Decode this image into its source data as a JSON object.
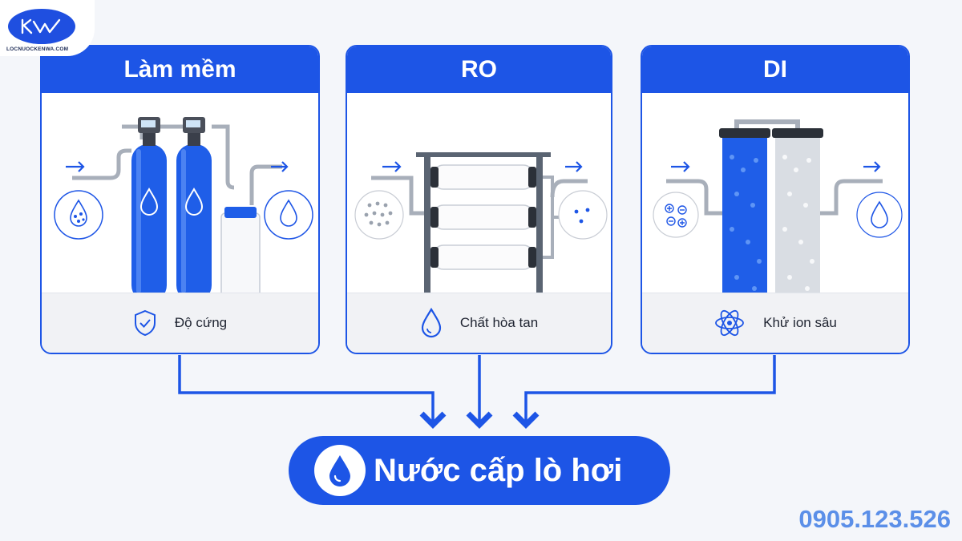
{
  "logo": {
    "site": "LOCNUOCKENWA.COM",
    "mark": "KW"
  },
  "cards": [
    {
      "title": "Làm mềm",
      "footer_label": "Độ cứng",
      "footer_icon": "shield-check-icon"
    },
    {
      "title": "RO",
      "footer_label": "Chất hòa tan",
      "footer_icon": "water-drop-icon"
    },
    {
      "title": "DI",
      "footer_label": "Khử ion sâu",
      "footer_icon": "atom-icon"
    }
  ],
  "result": {
    "label": "Nước cấp lò hơi",
    "icon": "water-drop-icon"
  },
  "phone": "0905.123.526",
  "colors": {
    "primary": "#1d55e6",
    "tank_blue": "#1f5ee8",
    "phone": "#5b8fe8",
    "background": "#f4f6fa"
  }
}
